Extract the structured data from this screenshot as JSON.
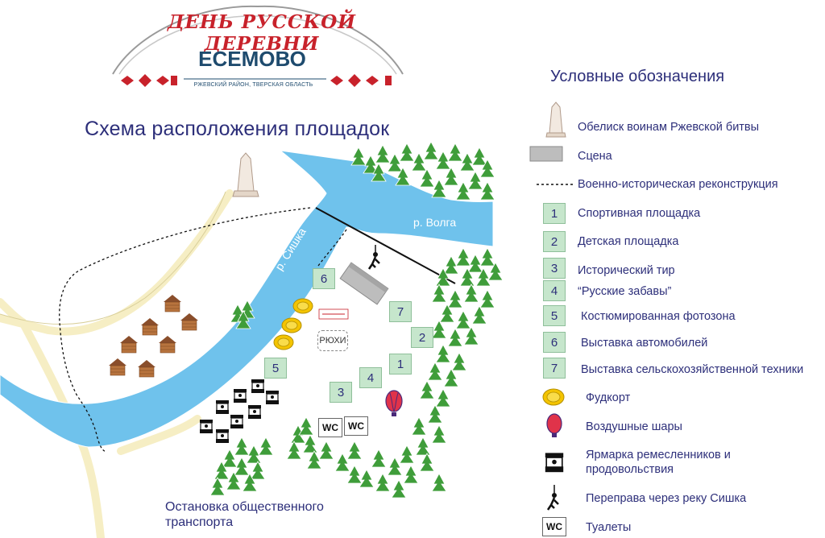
{
  "logo": {
    "title": "ДЕНЬ РУССКОЙ ДЕРЕВНИ",
    "name": "ЕСЕМОВО",
    "subtitle": "РЖЕВСКИЙ РАЙОН, ТВЕРСКАЯ ОБЛАСТЬ"
  },
  "map": {
    "title": "Схема расположения площадок",
    "rivers": {
      "volga": "р. Волга",
      "siska": "р. Сишка"
    },
    "bus_stop": "Остановка общественного транспорта",
    "rjuhi": "РЮХИ",
    "wc": "WC",
    "zones": [
      "1",
      "2",
      "3",
      "4",
      "5",
      "6",
      "7"
    ]
  },
  "legend": {
    "title": "Условные обозначения",
    "items": [
      {
        "icon": "obelisk-icon",
        "label": "Обелиск воинам Ржевской битвы"
      },
      {
        "icon": "stage-icon",
        "label": "Сцена"
      },
      {
        "icon": "dotted-line-icon",
        "label": "Военно-историческая реконструкция"
      },
      {
        "icon": "number-box",
        "num": "1",
        "label": "Спортивная площадка"
      },
      {
        "icon": "number-box",
        "num": "2",
        "label": "Детская площадка"
      },
      {
        "icon": "number-box",
        "num": "3",
        "label": "Исторический тир"
      },
      {
        "icon": "number-box",
        "num": "4",
        "label": "“Русские забавы”"
      },
      {
        "icon": "number-box",
        "num": "5",
        "label": "Костюмированная фотозона"
      },
      {
        "icon": "number-box",
        "num": "6",
        "label": "Выставка автомобилей"
      },
      {
        "icon": "number-box",
        "num": "7",
        "label": "Выставка сельскохозяйственной техники"
      },
      {
        "icon": "food-plate-icon",
        "label": "Фудкорт"
      },
      {
        "icon": "balloon-icon",
        "label": "Воздушные шары"
      },
      {
        "icon": "market-stall-icon",
        "label": "Ярмарка ремесленников и продовольствия"
      },
      {
        "icon": "zipline-person-icon",
        "label": "Переправа через реку Сишка"
      },
      {
        "icon": "wc-icon",
        "label": "Туалеты"
      }
    ]
  },
  "colors": {
    "water": "#6fc2ec",
    "road": "#f6eec4",
    "tree": "#3f9d3a",
    "text": "#2d2f7a",
    "accent": "#c8222b",
    "zone_fill": "#c6e6cc"
  }
}
